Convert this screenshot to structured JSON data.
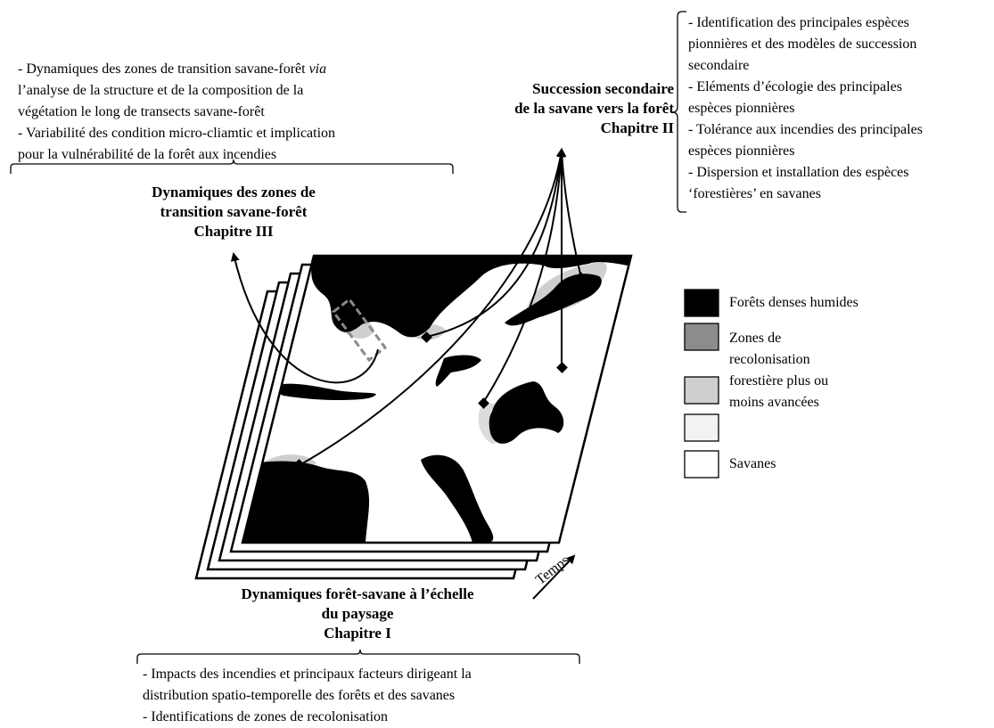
{
  "top_left": {
    "bullets": [
      "- Dynamiques des zones de transition savane-forêt via",
      "l’analyse de la structure et de la composition de la",
      "végétation le long de transects savane-forêt",
      "- Variabilité des condition micro-cliamtic et implication",
      "pour la vulnérabilité de la forêt aux incendies"
    ],
    "title_lines": [
      "Dynamiques des zones de",
      "transition savane-forêt",
      "Chapitre III"
    ]
  },
  "top_right": {
    "title_lines": [
      "Succession secondaire",
      "de la savane vers la forêt",
      "Chapitre II"
    ],
    "bullets": [
      "- Identification des principales espèces",
      "pionnières et des modèles de succession",
      "secondaire",
      "- Eléments d’écologie des principales",
      "espèces pionnières",
      "- Tolérance aux incendies des principales",
      "espèces pionnières",
      "- Dispersion et installation des espèces",
      "‘forestières’ en savanes"
    ]
  },
  "bottom": {
    "title_lines": [
      "Dynamiques forêt-savane à l’échelle",
      "du paysage",
      "Chapitre I"
    ],
    "bullets": [
      "- Impacts des incendies et principaux facteurs dirigeant la",
      "distribution spatio-temporelle des forêts et des savanes",
      "- Identifications de zones de recolonisation"
    ]
  },
  "time_label": "Temps",
  "legend": [
    {
      "label_lines": [
        "Forêts denses humides"
      ],
      "color": "#000000"
    },
    {
      "label_lines": [
        "Zones de",
        "recolonisation",
        "forestière plus ou",
        "moins avancées"
      ],
      "color": "#8c8c8c"
    },
    {
      "label_lines": [],
      "color": "#cfcfcf"
    },
    {
      "label_lines": [],
      "color": "#f2f2f2"
    },
    {
      "label_lines": [
        "Savanes"
      ],
      "color": "#ffffff"
    }
  ]
}
